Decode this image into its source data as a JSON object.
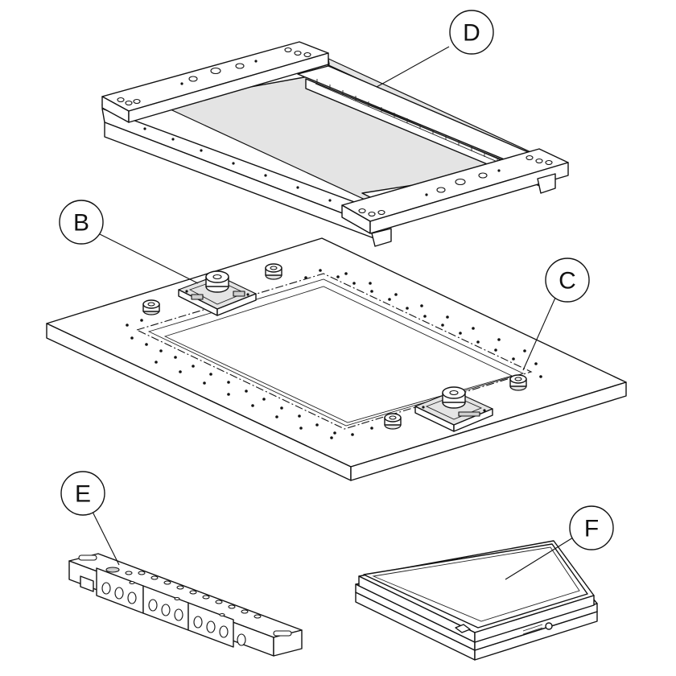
{
  "callouts": {
    "b": "B",
    "c": "C",
    "d": "D",
    "e": "E",
    "f": "F"
  },
  "colors": {
    "line": "#111111",
    "background": "#ffffff",
    "shade": "#e4e4e4"
  }
}
